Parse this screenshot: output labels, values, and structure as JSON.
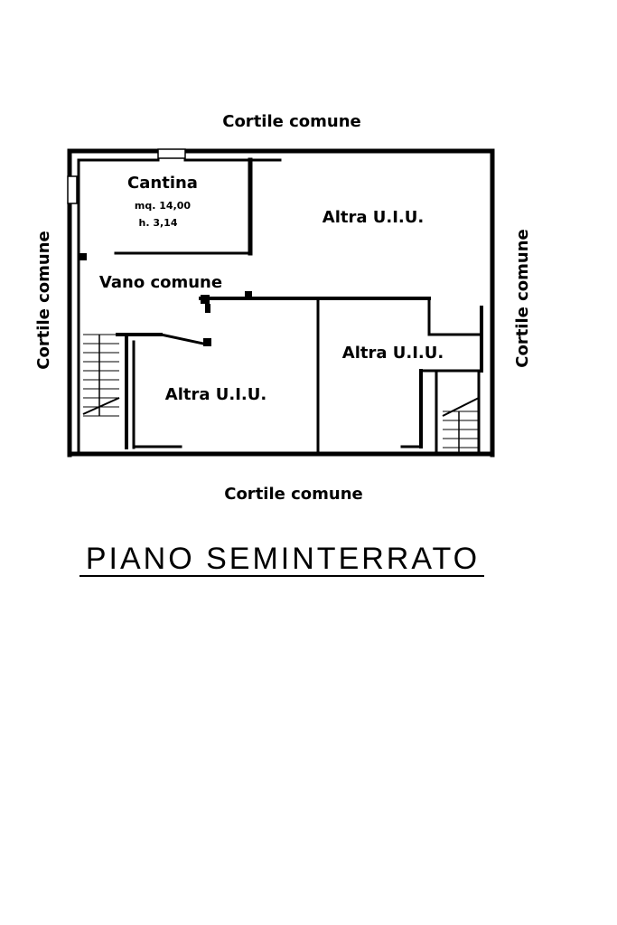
{
  "colors": {
    "ink": "#000000",
    "paper": "#ffffff"
  },
  "labels": {
    "courtyard_top": "Cortile comune",
    "courtyard_bottom": "Cortile comune",
    "courtyard_left": "Cortile comune",
    "courtyard_right": "Cortile comune",
    "cellar_name": "Cantina",
    "cellar_area": "mq. 14,00",
    "cellar_height": "h. 3,14",
    "common_room": "Vano comune",
    "unit_top_right": "Altra U.I.U.",
    "unit_middle_right": "Altra U.I.U.",
    "unit_bottom_left": "Altra U.I.U."
  },
  "title": "PIANO SEMINTERRATO"
}
